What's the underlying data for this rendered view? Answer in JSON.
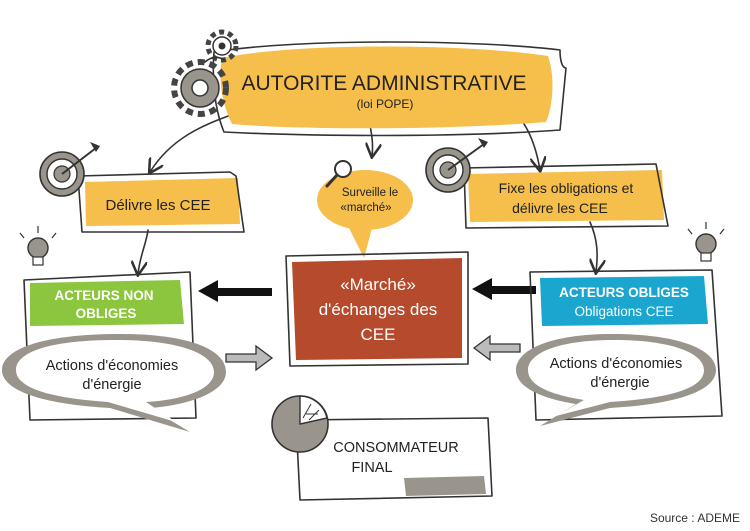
{
  "colors": {
    "yellow": "#f6be4b",
    "green": "#8cc63f",
    "blue": "#1aa6cf",
    "brick": "#b54a2c",
    "gray": "#9a958c",
    "dark": "#222222"
  },
  "autorite": {
    "title": "AUTORITE ADMINISTRATIVE",
    "subtitle": "(loi POPE)"
  },
  "delivre": {
    "label": "Délivre les CEE"
  },
  "surveille": {
    "line1": "Surveille le",
    "line2": "«marché»"
  },
  "fixe": {
    "line1": "Fixe les obligations et",
    "line2": "délivre les CEE"
  },
  "marche": {
    "line1": "«Marché»",
    "line2": "d'échanges des",
    "line3": "CEE"
  },
  "non_obliges": {
    "line1": "ACTEURS NON",
    "line2": "OBLIGES"
  },
  "obliges": {
    "line1": "ACTEURS  OBLIGES",
    "line2": "Obligations CEE"
  },
  "actions_left": {
    "line1": "Actions d'économies",
    "line2": "d'énergie"
  },
  "actions_right": {
    "line1": "Actions d'économies",
    "line2": "d'énergie"
  },
  "consommateur": {
    "line1": "CONSOMMATEUR",
    "line2": "FINAL"
  },
  "source": "Source : ADEME",
  "icons": [
    "gears-icon",
    "target-icon",
    "magnifier-icon",
    "lightbulb-icon",
    "pie-chart-icon",
    "arrow-icon"
  ]
}
